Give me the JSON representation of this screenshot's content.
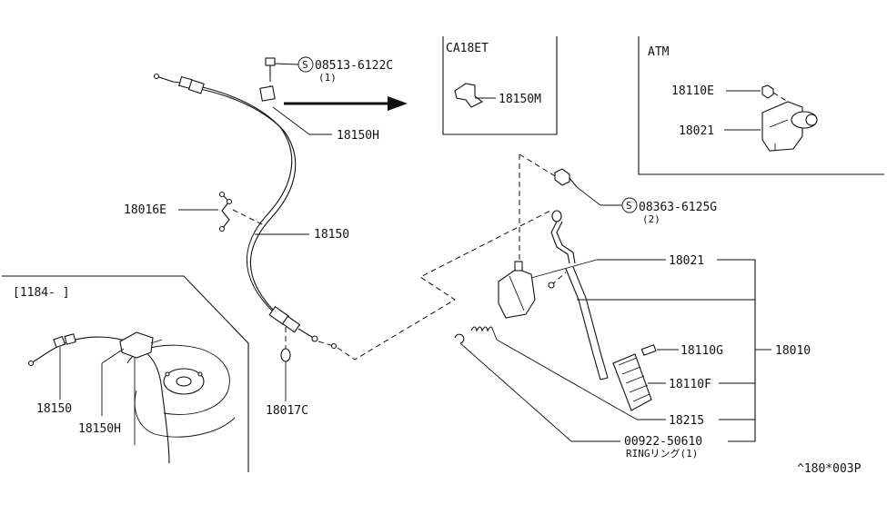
{
  "labels": {
    "screw_spec": "08513-6122C",
    "screw_qty": "(1)",
    "clip_18150H": "18150H",
    "grommet": "18016E",
    "cable": "18150",
    "clip_18017C": "18017C",
    "variant_ca18et": "CA18ET",
    "bracket_18150M": "18150M",
    "variant_atm": "ATM",
    "atm_18110E": "18110E",
    "atm_18021": "18021",
    "bolt_spec": "08363-6125G",
    "bolt_qty": "(2)",
    "pedal_18021": "18021",
    "assembly": "18010",
    "stopper_18110G": "18110G",
    "pad_18110F": "18110F",
    "spring_18215": "18215",
    "ring_part": "00922-50610",
    "ring_desc": "RINGリング(1)",
    "inset_range": "[1184-     ]",
    "inset_18150": "18150",
    "inset_18150H": "18150H",
    "diagram_code": "^180*003P",
    "s_symbol": "S"
  }
}
